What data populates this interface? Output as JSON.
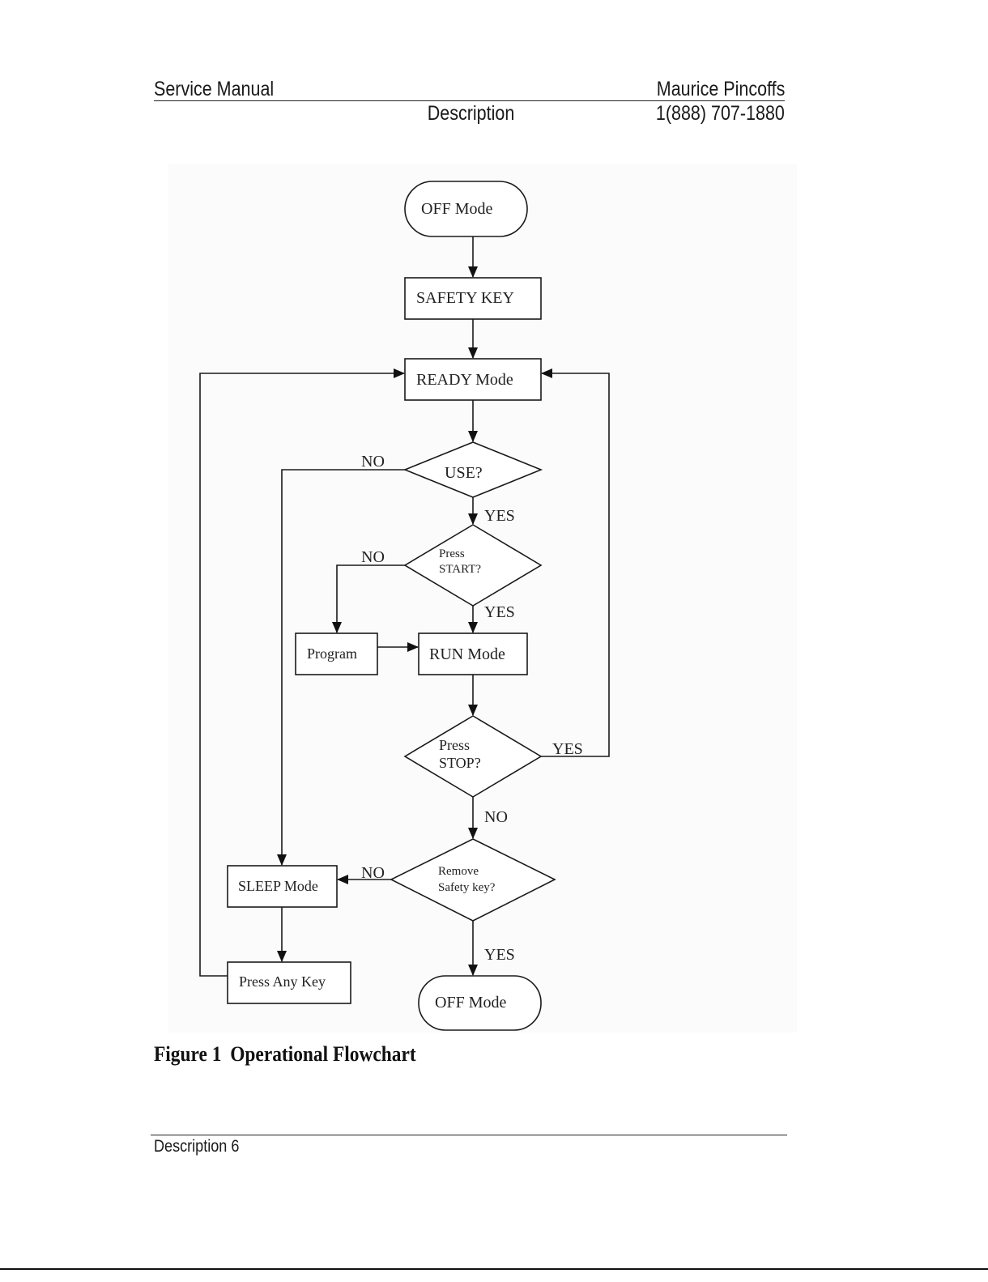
{
  "header": {
    "left": "Service Manual",
    "center": "Description",
    "right_top": "Maurice Pincoffs",
    "right_bottom": "1(888) 707-1880"
  },
  "flowchart": {
    "off_mode_start": "OFF Mode",
    "safety_key": "SAFETY KEY",
    "ready_mode": "READY Mode",
    "use_decision": "USE?",
    "press_start_line1": "Press",
    "press_start_line2": "START?",
    "program": "Program",
    "run_mode": "RUN Mode",
    "press_stop_line1": "Press",
    "press_stop_line2": "STOP?",
    "remove_key_line1": "Remove",
    "remove_key_line2": "Safety key?",
    "sleep_mode": "SLEEP Mode",
    "press_any_key": "Press Any Key",
    "off_mode_end": "OFF Mode",
    "edges": {
      "use_no": "NO",
      "use_yes": "YES",
      "start_no": "NO",
      "start_yes": "YES",
      "stop_yes": "YES",
      "stop_no": "NO",
      "remove_no": "NO",
      "remove_yes": "YES"
    }
  },
  "caption": {
    "number": "Figure 1",
    "title": "Operational Flowchart"
  },
  "footer": {
    "text": "Description 6"
  }
}
